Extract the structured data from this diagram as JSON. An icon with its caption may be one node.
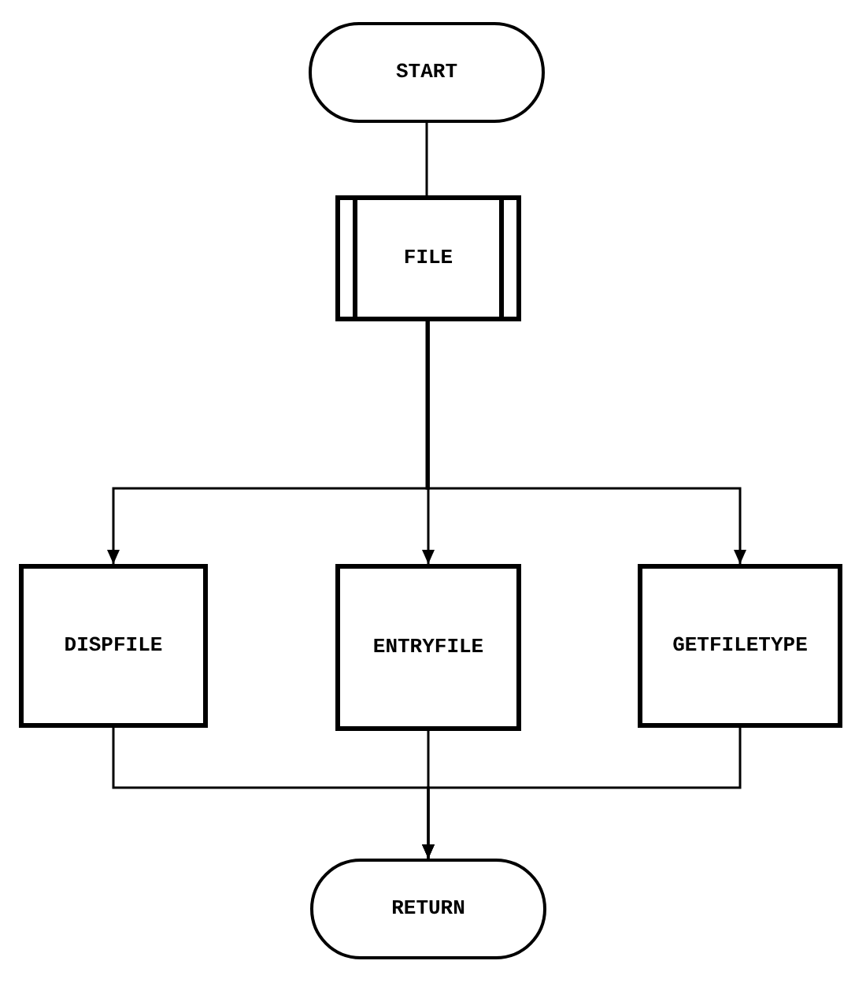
{
  "diagram": {
    "nodes": [
      {
        "text": [
          "START"
        ]
      },
      {
        "text": [
          "FILE"
        ]
      },
      {
        "text": [
          "DISPFILE"
        ]
      },
      {
        "text": [
          "ENTRYFILE"
        ]
      },
      {
        "text": [
          "GETFILETYPE"
        ]
      },
      {
        "text": [
          "RETURN"
        ]
      }
    ],
    "edges": [
      {
        "from": 0,
        "to": 1,
        "arrow": "to"
      },
      {
        "from": 1,
        "to": 2,
        "arrow": "to"
      },
      {
        "from": 1,
        "to": 3,
        "arrow": "to"
      },
      {
        "from": 1,
        "to": 4,
        "arrow": "to"
      },
      {
        "from": 2,
        "to": 5,
        "arrow": "to"
      },
      {
        "from": 3,
        "to": 5,
        "arrow": "to"
      },
      {
        "from": 4,
        "to": 5,
        "arrow": "to"
      }
    ]
  }
}
